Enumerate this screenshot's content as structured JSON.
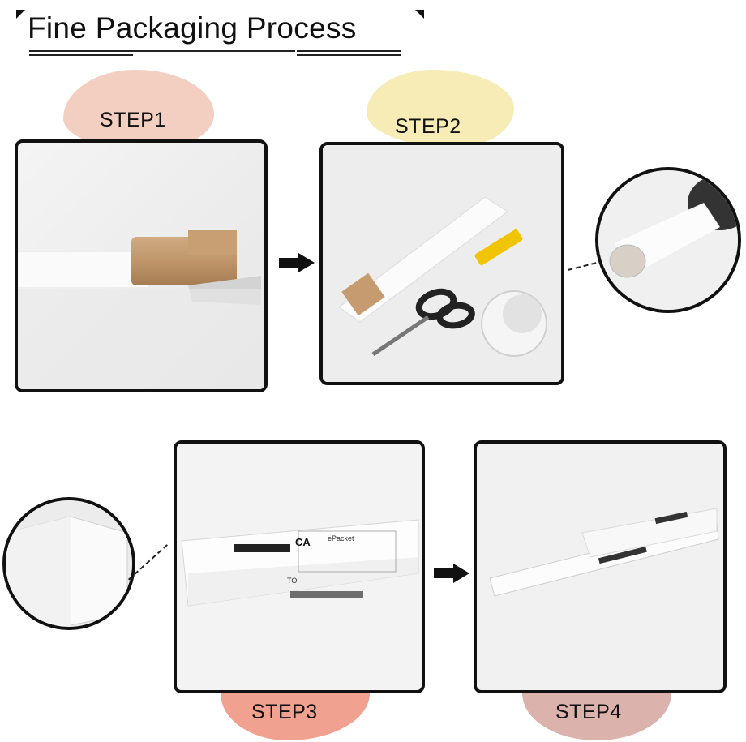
{
  "title": "Fine Packaging Process",
  "steps": [
    {
      "label": "STEP1",
      "color": "#f2cfc0"
    },
    {
      "label": "STEP2",
      "color": "#f7ecb5"
    },
    {
      "label": "STEP3",
      "color": "#f0a190"
    },
    {
      "label": "STEP4",
      "color": "#dcb2ad"
    }
  ],
  "label_text": {
    "carrier": "CA",
    "service": "ePacket",
    "to": "TO:"
  },
  "icons": [
    "arrow-right-icon"
  ]
}
